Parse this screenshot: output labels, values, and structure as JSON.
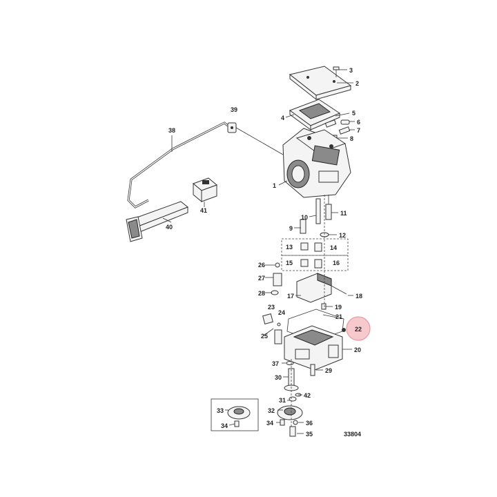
{
  "diagram": {
    "reference_number": "33804",
    "highlighted_callout": "22",
    "highlight_color": "#f6c9cc",
    "callouts": [
      "1",
      "2",
      "3",
      "4",
      "5",
      "6",
      "7",
      "8",
      "9",
      "10",
      "11",
      "12",
      "13",
      "14",
      "15",
      "16",
      "17",
      "18",
      "19",
      "20",
      "21",
      "22",
      "23",
      "24",
      "25",
      "26",
      "27",
      "28",
      "29",
      "30",
      "31",
      "32",
      "33",
      "34",
      "35",
      "36",
      "37",
      "38",
      "39",
      "40",
      "41",
      "42"
    ]
  }
}
